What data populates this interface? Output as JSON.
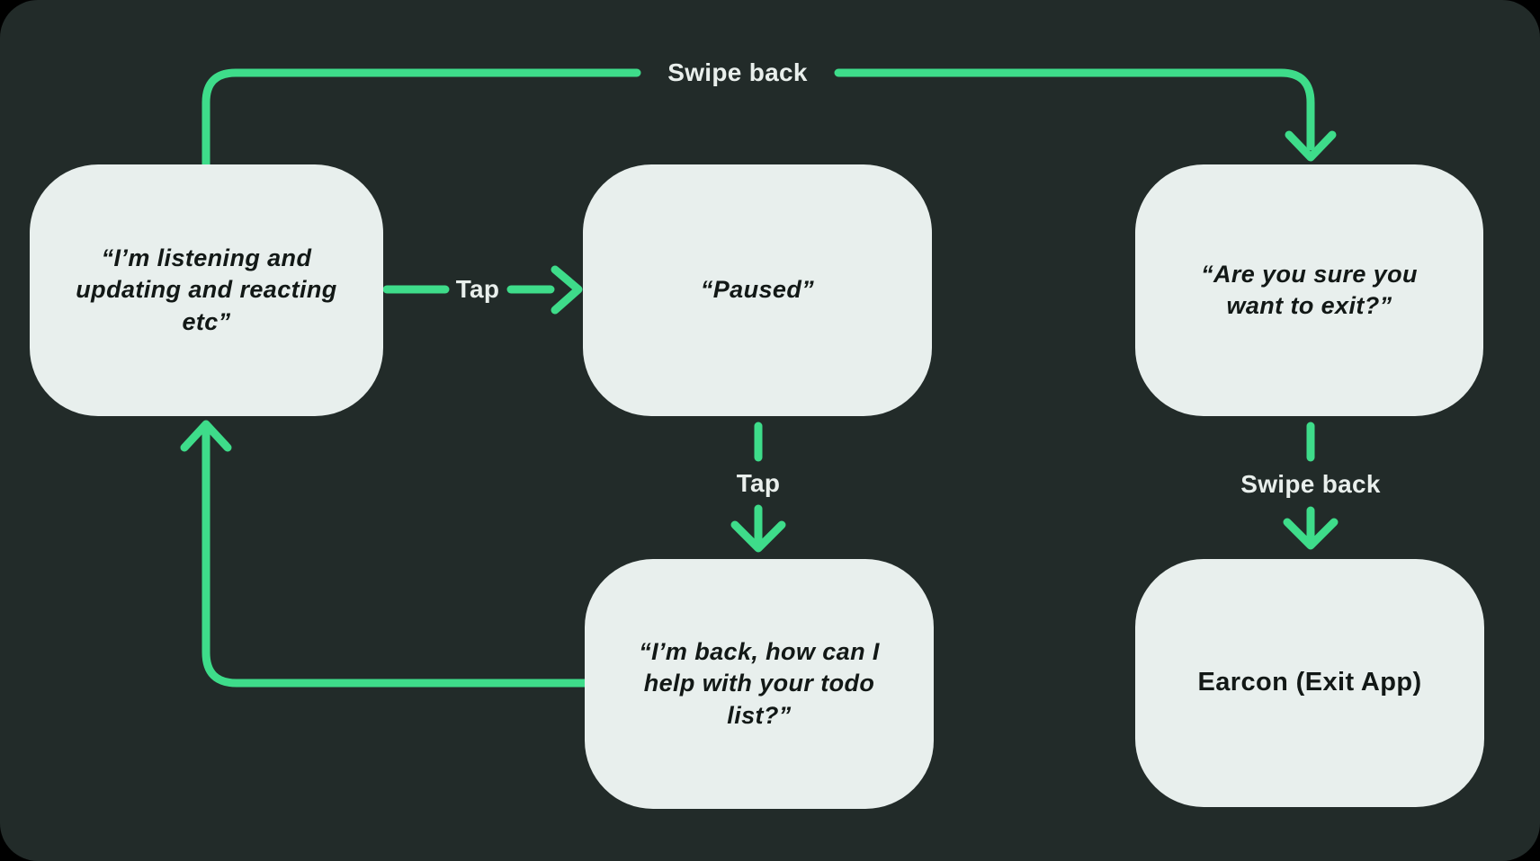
{
  "diagram": {
    "type": "flowchart",
    "nodes": [
      {
        "id": "listening",
        "text": "“I’m listening and updating and reacting etc”"
      },
      {
        "id": "paused",
        "text": "“Paused”"
      },
      {
        "id": "exit-confirm",
        "text": "“Are you sure you want to exit?”"
      },
      {
        "id": "im-back",
        "text": "“I’m back, how can I help with your todo list?”"
      },
      {
        "id": "earcon",
        "text": "Earcon (Exit App)"
      }
    ],
    "edges": [
      {
        "from": "listening",
        "to": "paused",
        "label": "Tap"
      },
      {
        "from": "paused",
        "to": "im-back",
        "label": "Tap"
      },
      {
        "from": "im-back",
        "to": "listening",
        "label": ""
      },
      {
        "from": "listening",
        "to": "exit-confirm",
        "label": "Swipe back"
      },
      {
        "from": "exit-confirm",
        "to": "earcon",
        "label": "Swipe back"
      }
    ]
  },
  "colors": {
    "page-bg": "#000000",
    "canvas-bg": "#222b29",
    "node-bg": "#e8efed",
    "node-text": "#121816",
    "arrow": "#3edc8a",
    "label-text": "#e9efec"
  }
}
